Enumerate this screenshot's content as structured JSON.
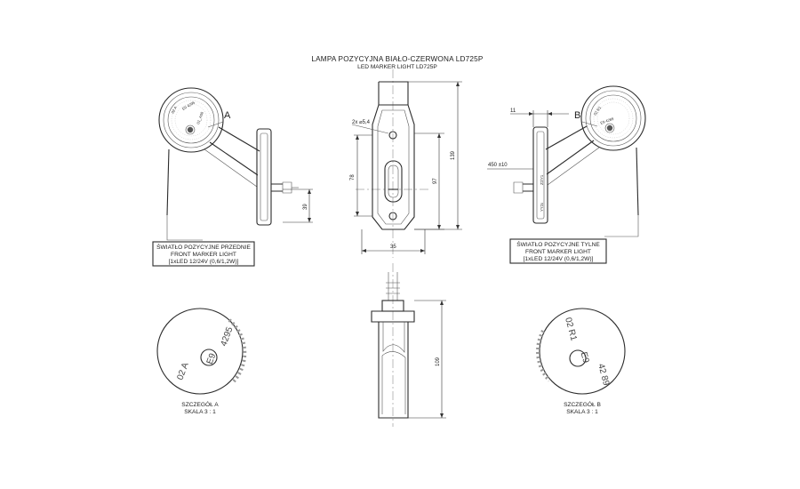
{
  "title": {
    "line1": "LAMPA POZYCYJNA BIAŁO-CZERWONA LD725P",
    "line2": "LED MARKER LIGHT LD725P"
  },
  "left_view": {
    "callout": "A",
    "box_lines": [
      "ŚWIATŁO POZYCYJNE PRZEDNIE",
      "FRONT MARKER LIGHT",
      "[1xLED 12/24V (0,6/1,2W)]"
    ],
    "dim_height": "39",
    "lens_marks": [
      "02 A",
      "E9",
      "01_A08"
    ]
  },
  "right_view": {
    "callout": "B",
    "box_lines": [
      "ŚWIATŁO POZYCYJNE TYLNE",
      "FRONT MARKER LIGHT",
      "[1xLED 12/24V (0,6/1,2W)]"
    ],
    "dim_top": "11",
    "dim_cable": "450 ±10",
    "cable_label_1": "Z2/Y1",
    "cable_label_2": "YY2x"
  },
  "front_view": {
    "dim_holes": "2x ⌀5,4",
    "dim_inner": "78",
    "dim_mid": "97",
    "dim_total": "139",
    "dim_width": "35"
  },
  "bottom_view": {
    "dim_height": "109"
  },
  "detail_a": {
    "marks": [
      "02 A",
      "E9",
      "4295"
    ],
    "label": "SZCZEGÓŁ A",
    "scale": "SKALA 3 : 1"
  },
  "detail_b": {
    "marks": [
      "02 R1",
      "E9",
      "42 89"
    ],
    "label": "SZCZEGÓŁ B",
    "scale": "SKALA 3 : 1"
  }
}
